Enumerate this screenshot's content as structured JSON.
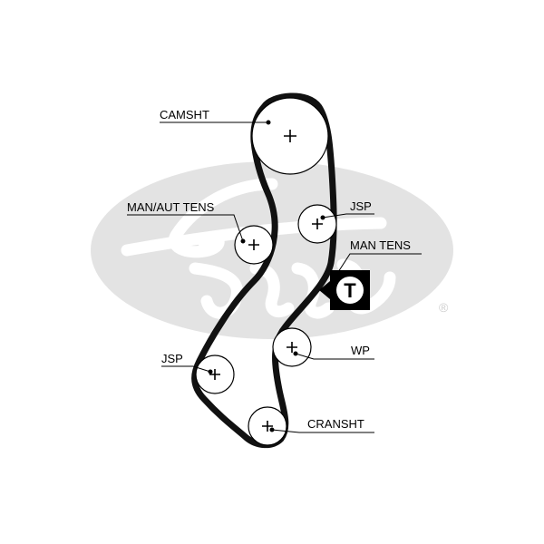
{
  "colors": {
    "belt": "#111111",
    "watermark": "#e3e3e3",
    "line": "#000000"
  },
  "labels": {
    "camshaft": "CAMSHT",
    "manual_auto_tensioner": "MAN/AUT TENS",
    "jockey_pulley_upper": "JSP",
    "manual_tensioner": "MAN TENS",
    "water_pump": "WP",
    "jockey_pulley_lower": "JSP",
    "crankshaft": "CRANSHT"
  },
  "tensioner_marker": "T",
  "watermark_registered": "®"
}
